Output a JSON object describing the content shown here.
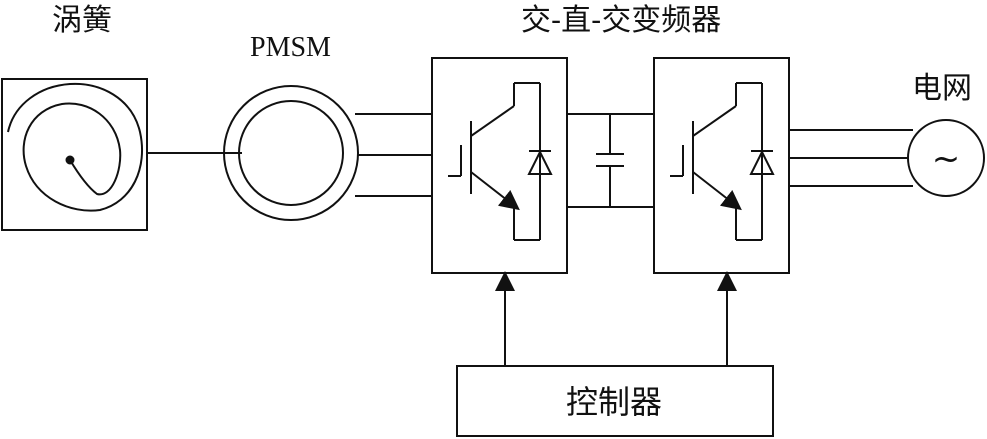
{
  "labels": {
    "spring": "涡簧",
    "pmsm": "PMSM",
    "converter": "交-直-交变频器",
    "grid": "电网",
    "controller": "控制器"
  },
  "grid_symbol": "~",
  "colors": {
    "stroke": "#111111",
    "background": "#ffffff"
  }
}
